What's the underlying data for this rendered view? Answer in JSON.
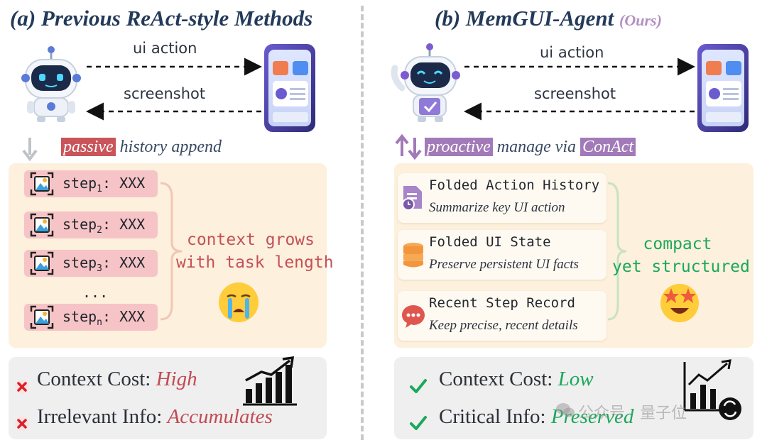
{
  "left": {
    "title": "(a) Previous  ReAct-style Methods",
    "action_label": "ui action",
    "screenshot_label": "screenshot",
    "history_tag": "passive",
    "history_text": "history append",
    "steps": [
      {
        "label": "step",
        "sub": "1",
        "value": ": XXX"
      },
      {
        "label": "step",
        "sub": "2",
        "value": ": XXX"
      },
      {
        "label": "step",
        "sub": "3",
        "value": ": XXX"
      },
      {
        "label": "step",
        "sub": "n",
        "value": ": XXX"
      }
    ],
    "ellipsis": "...",
    "grow_line1": "context grows",
    "grow_line2": "with task length",
    "cost_label": "Context Cost: ",
    "cost_value": "High",
    "info_label": "Irrelevant Info: ",
    "info_value": "Accumulates"
  },
  "right": {
    "title": "(b) MemGUI-Agent",
    "ours": "(Ours)",
    "action_label": "ui action",
    "screenshot_label": "screenshot",
    "manage_tag": "proactive",
    "manage_text": "manage via",
    "manage_tag2": "ConAct",
    "cards": [
      {
        "title": "Folded  Action History",
        "sub": "Summarize key UI action"
      },
      {
        "title": "Folded UI State",
        "sub": "Preserve persistent UI facts"
      },
      {
        "title": "Recent Step Record",
        "sub": "Keep precise, recent details"
      }
    ],
    "compact_line1": "compact",
    "compact_line2": "yet structured",
    "cost_label": "Context Cost: ",
    "cost_value": "Low",
    "info_label": "Critical Info: ",
    "info_value": "Preserved"
  },
  "watermark": "公众号 · 量子位",
  "colors": {
    "title": "#233a5a",
    "passive": "#c9545a",
    "proactive": "#a27ab8",
    "red_text": "#c45058",
    "green_text": "#1aa85a"
  },
  "icons": [
    "robot-icon",
    "phone-icon",
    "image-icon",
    "document-clock-icon",
    "database-icon",
    "chat-bubble-icon",
    "crying-face-icon",
    "star-eyes-face-icon",
    "bar-chart-up-icon",
    "cross-icon",
    "check-icon"
  ]
}
